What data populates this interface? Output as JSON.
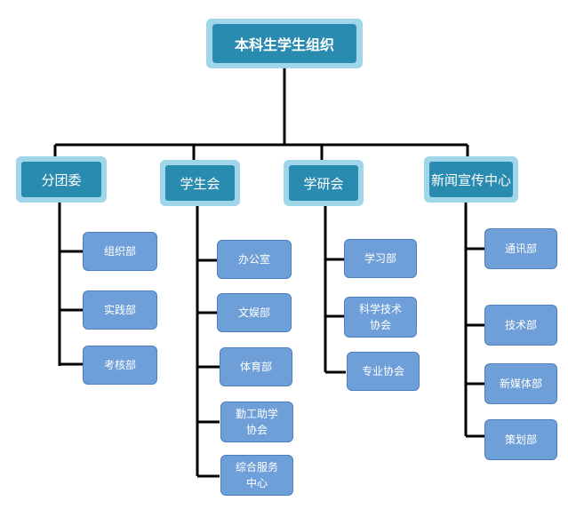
{
  "root": {
    "label": "本科生学生组织"
  },
  "branches": [
    {
      "label": "分团委",
      "children": [
        "组织部",
        "实践部",
        "考核部"
      ]
    },
    {
      "label": "学生会",
      "children": [
        "办公室",
        "文娱部",
        "体育部",
        "勤工助学\n协会",
        "综合服务\n中心"
      ]
    },
    {
      "label": "学研会",
      "children": [
        "学习部",
        "科学技术\n协会",
        "专业协会"
      ]
    },
    {
      "label": "新闻宣传中心",
      "children": [
        "通讯部",
        "技术部",
        "新媒体部",
        "策划部"
      ]
    }
  ],
  "colors": {
    "node_fill": "#2a8bb0",
    "node_frame": "#9fd6ea",
    "leaf_fill": "#6f9fd8",
    "leaf_border": "#4d7fbe",
    "connector": "#000000"
  }
}
